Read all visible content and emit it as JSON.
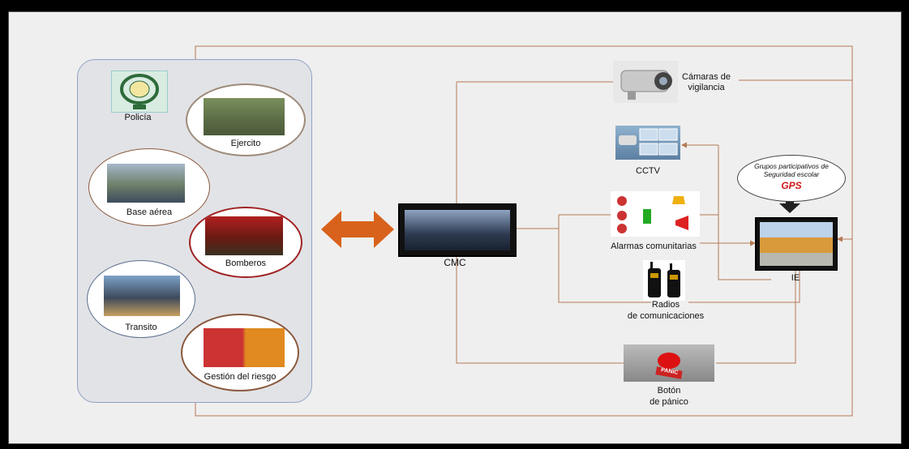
{
  "colors": {
    "line": "#b57a55",
    "arrow": "#d8621b",
    "panel": "#e2e3e7",
    "panel_border": "#8ea2c4",
    "gps_text": "#d01818"
  },
  "agencies": {
    "policia": "Policía",
    "ejercito": "Ejercito",
    "base_aerea": "Base aérea",
    "bomberos": "Bomberos",
    "transito": "Transito",
    "gestion": "Gestión del riesgo"
  },
  "center": {
    "cmc": "CMC"
  },
  "devices": {
    "camaras": "Cámaras de vigilancia",
    "cctv": "CCTV",
    "alarmas": "Alarmas comunitarias",
    "radios_1": "Radios",
    "radios_2": "de comunicaciones",
    "boton_1": "Botón",
    "boton_2": "de pánico",
    "panic_label": "PANIC"
  },
  "school": {
    "ie": "IE",
    "gps_line1": "Grupos participativos de",
    "gps_line2": "Seguridad escolar",
    "gps_acronym": "GPS"
  }
}
